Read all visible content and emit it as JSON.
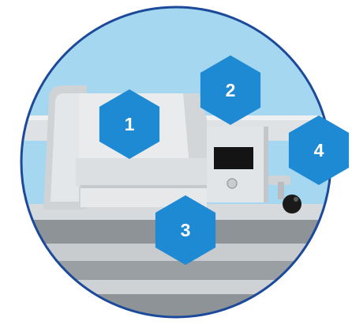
{
  "colors": {
    "sky": "#a6d7f0",
    "circle_border": "#1c4a9a",
    "hex_fill": "#1e8ad3",
    "hex_text": "#ffffff",
    "rail_dark": "#8e9397",
    "rail_light": "#c9ccce",
    "machine_body": "#e3e6e8",
    "machine_shadow": "#b9bec2",
    "screen": "#141414",
    "knob": "#1a1a1a"
  },
  "callouts": [
    {
      "label": "1",
      "name": "callout-1"
    },
    {
      "label": "2",
      "name": "callout-2"
    },
    {
      "label": "3",
      "name": "callout-3"
    },
    {
      "label": "4",
      "name": "callout-4"
    }
  ]
}
